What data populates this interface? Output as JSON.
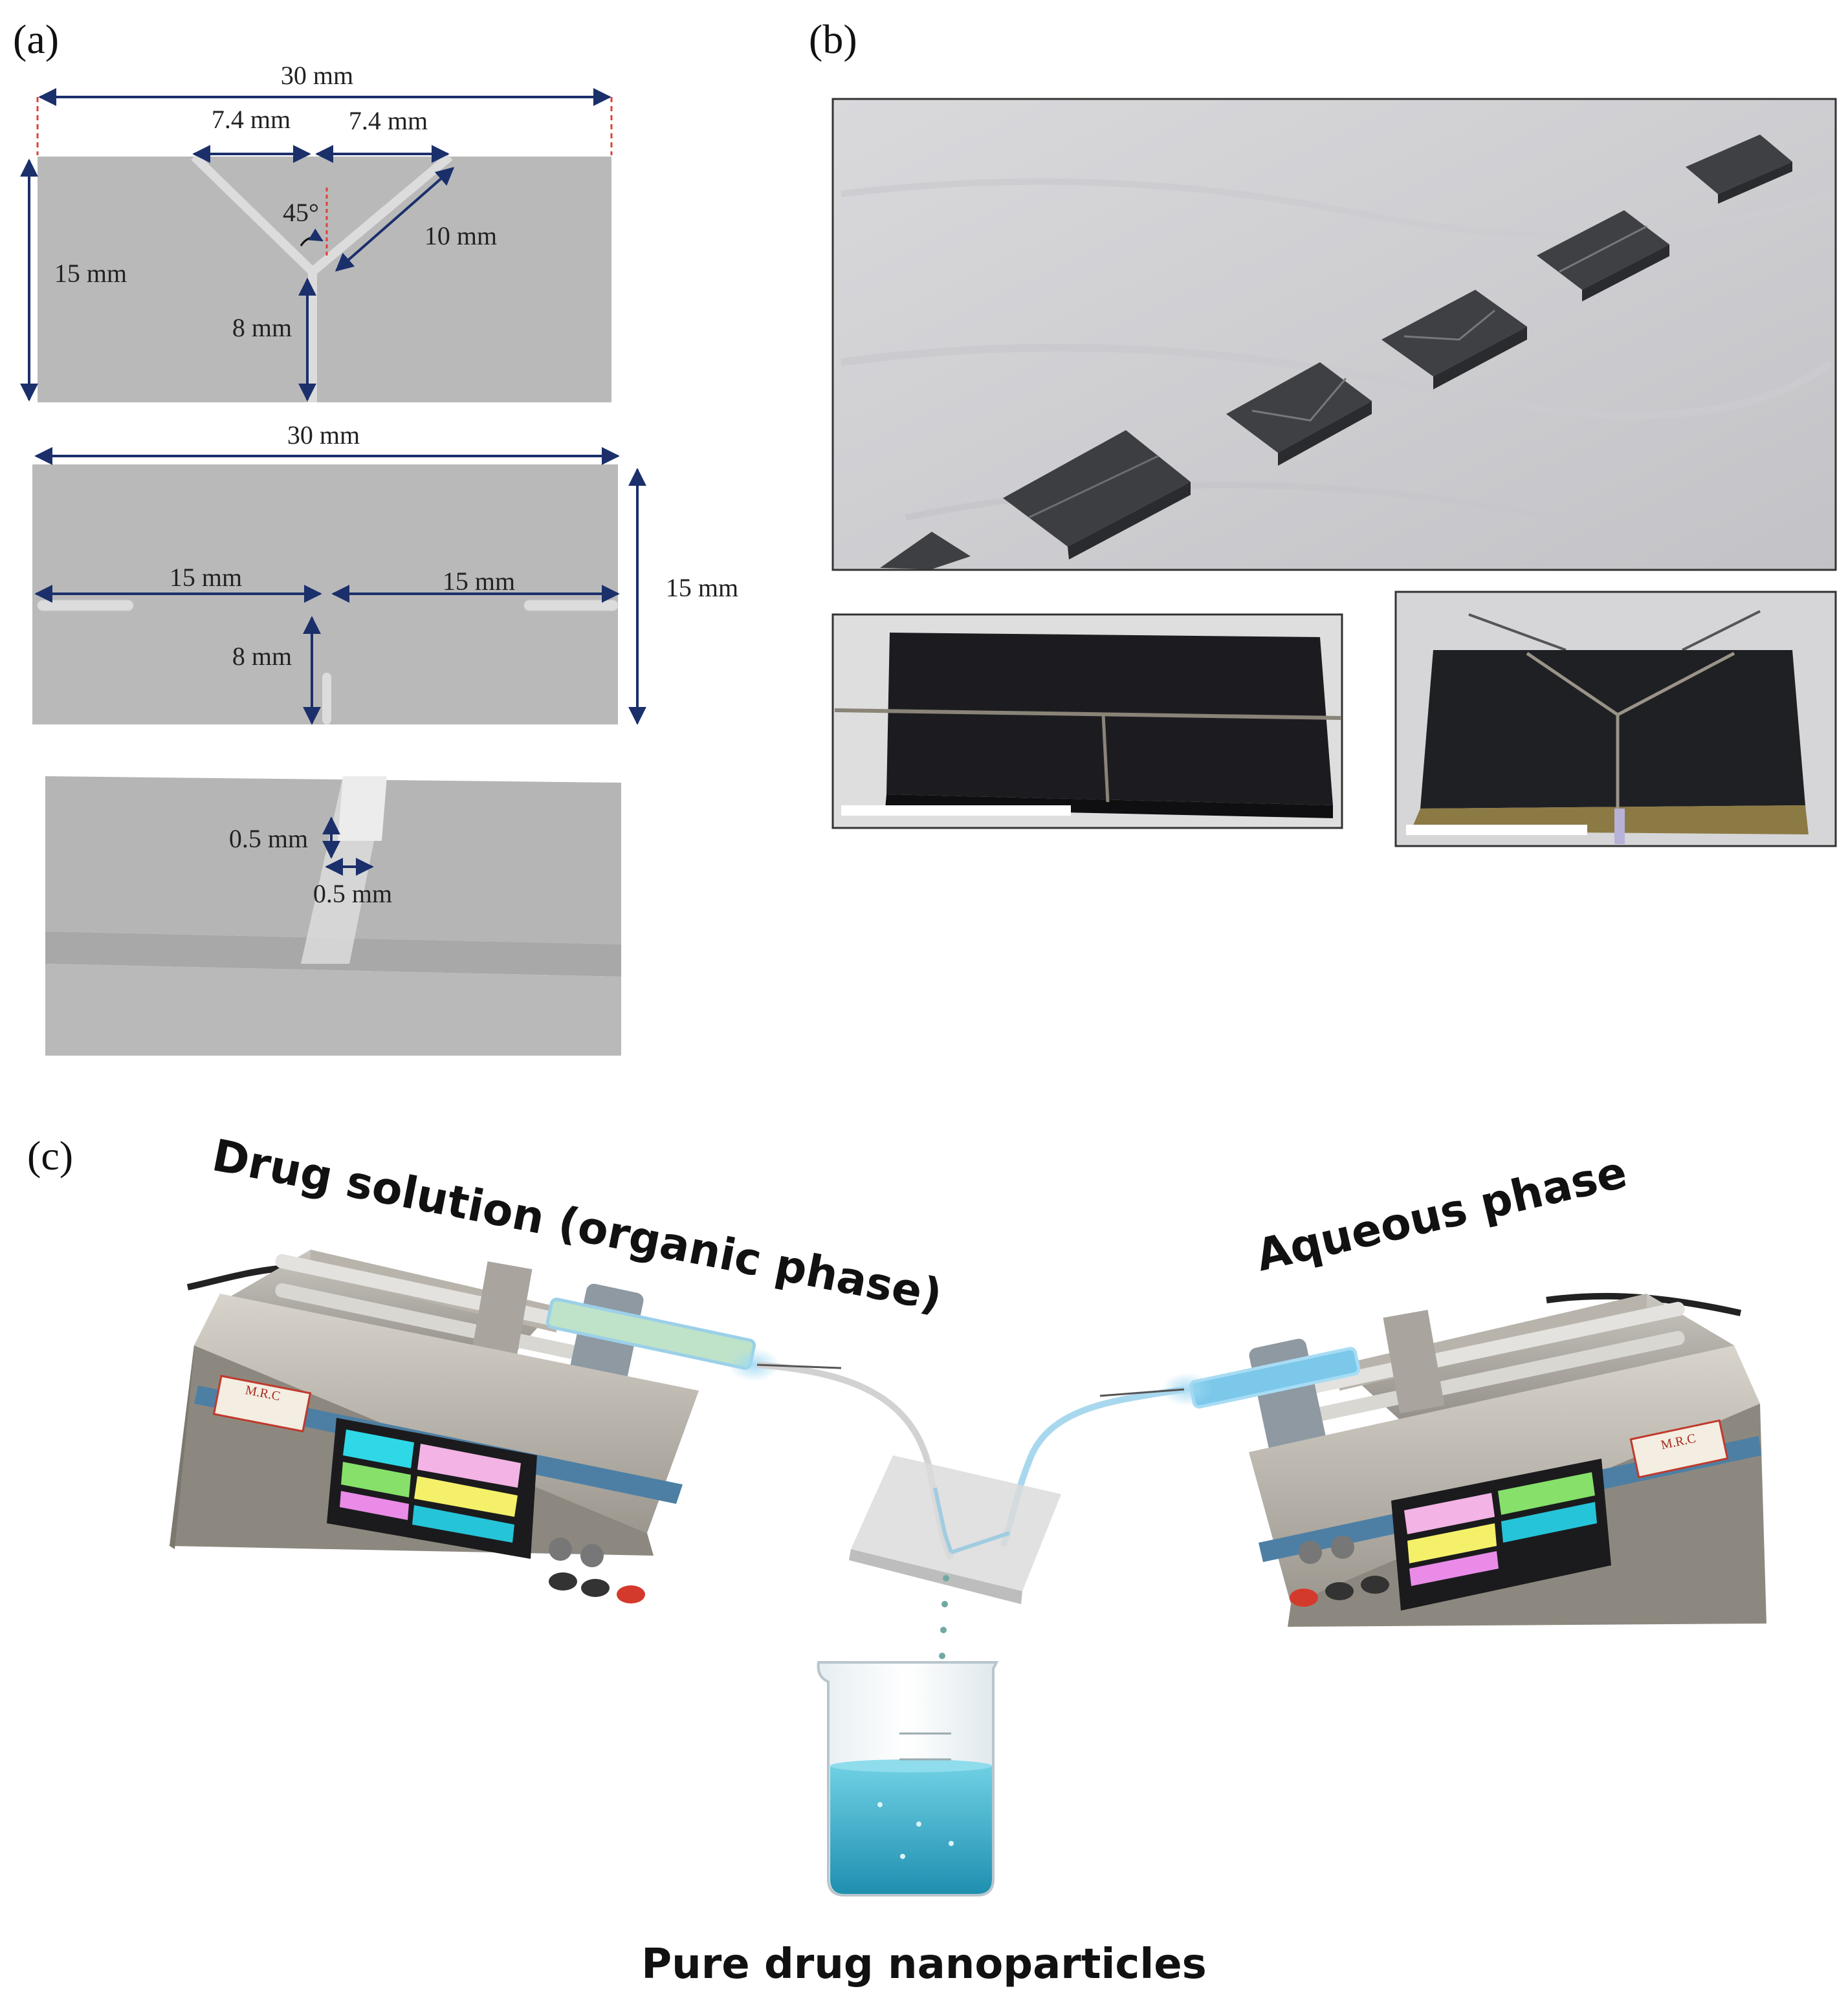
{
  "panels": {
    "a": {
      "label": "(a)",
      "y_design": {
        "overall_width": "30 mm",
        "left_arm_span": "7.4 mm",
        "right_arm_span": "7.4 mm",
        "angle": "45°",
        "arm_length": "10 mm",
        "height": "15 mm",
        "outlet_length": "8 mm"
      },
      "t_design": {
        "overall_width": "30 mm",
        "left_inlet": "15 mm",
        "right_inlet": "15 mm",
        "outlet_length": "8 mm",
        "height": "15 mm"
      },
      "channel_detail": {
        "depth": "0.5 mm",
        "width": "0.5 mm"
      }
    },
    "b": {
      "label": "(b)"
    },
    "c": {
      "label": "(c)",
      "left_pump_label": "Drug solution (organic phase)",
      "right_pump_label": "Aqueous phase",
      "product_label": "Pure drug nanoparticles",
      "pump_badge_left": "M.R.C",
      "pump_badge_right": "M.R.C"
    }
  },
  "colors": {
    "chip_gray": "#b9b9b9",
    "channel": "#dcdcdc",
    "arrow_navy": "#1b2f6b",
    "guide_red": "#e0403a",
    "organic_fluid": "#bfe3c8",
    "aqueous_fluid": "#7cc8ea",
    "beaker_liquid": "#3fb6d2"
  }
}
